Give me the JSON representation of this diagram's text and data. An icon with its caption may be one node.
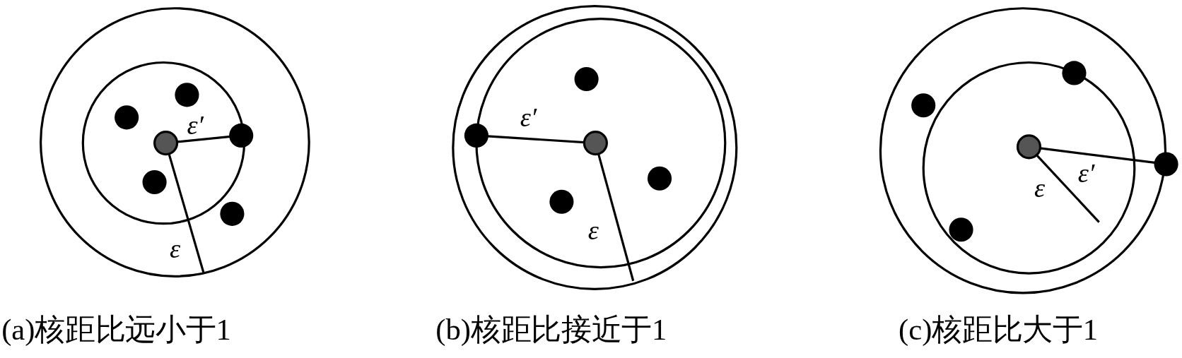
{
  "diagram": {
    "labels": [
      "ε′",
      "ε",
      "ε′",
      "ε",
      "ε′",
      "ε",
      "(a)核距比远小于1",
      "(b)核距比接近于1",
      "(c)核距比大于1"
    ]
  }
}
